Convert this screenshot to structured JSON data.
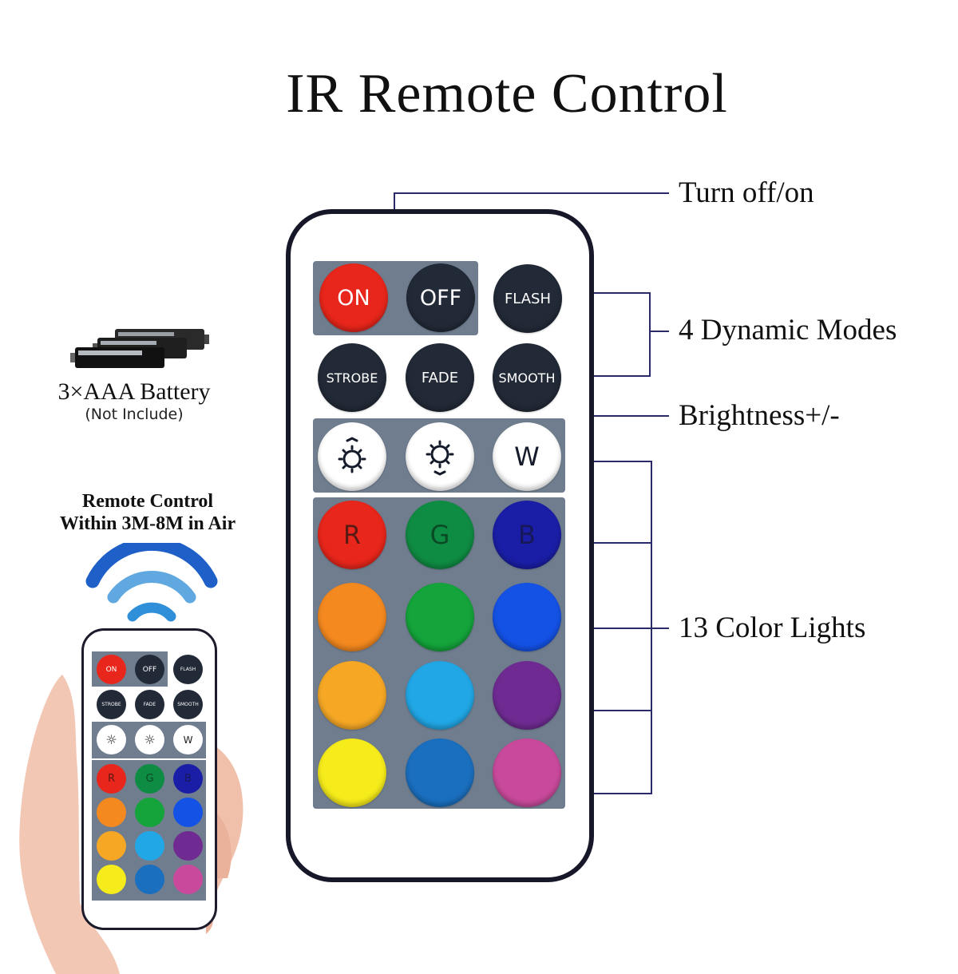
{
  "title": "IR Remote Control",
  "callouts": {
    "power": "Turn off/on",
    "modes": "4 Dynamic Modes",
    "brightness": "Brightness+/-",
    "colors": "13 Color Lights"
  },
  "battery": {
    "label": "3×AAA Battery",
    "note": "(Not Include)"
  },
  "range": {
    "line1": "Remote Control",
    "line2": "Within 3M-8M in Air"
  },
  "remote": {
    "on_label": "ON",
    "off_label": "OFF",
    "flash_label": "FLASH",
    "strobe_label": "STROBE",
    "fade_label": "FADE",
    "smooth_label": "SMOOTH",
    "white_label": "W",
    "red_label": "R",
    "green_label": "G",
    "blue_label": "B"
  },
  "color_buttons": [
    {
      "name": "red",
      "color": "#e8261b"
    },
    {
      "name": "green",
      "color": "#0f8c43"
    },
    {
      "name": "blue",
      "color": "#1a1ea6"
    },
    {
      "name": "orange",
      "color": "#f4891f"
    },
    {
      "name": "light-green",
      "color": "#14a43b"
    },
    {
      "name": "bright-blue",
      "color": "#1452e6"
    },
    {
      "name": "amber",
      "color": "#f6a825"
    },
    {
      "name": "sky-blue",
      "color": "#21a7e6"
    },
    {
      "name": "purple",
      "color": "#6f2b92"
    },
    {
      "name": "yellow",
      "color": "#f6eb1b"
    },
    {
      "name": "ocean-blue",
      "color": "#1a6fbf"
    },
    {
      "name": "magenta",
      "color": "#c94a9c"
    }
  ],
  "colors": {
    "on_button": "#e8261b",
    "dark_button": "#222a37",
    "panel": "#6f7d8f",
    "leader_line": "#2a2a6a",
    "signal_outer": "#1f5fc8",
    "signal_middle": "#5fa8e0",
    "signal_inner": "#2f8fd8"
  }
}
